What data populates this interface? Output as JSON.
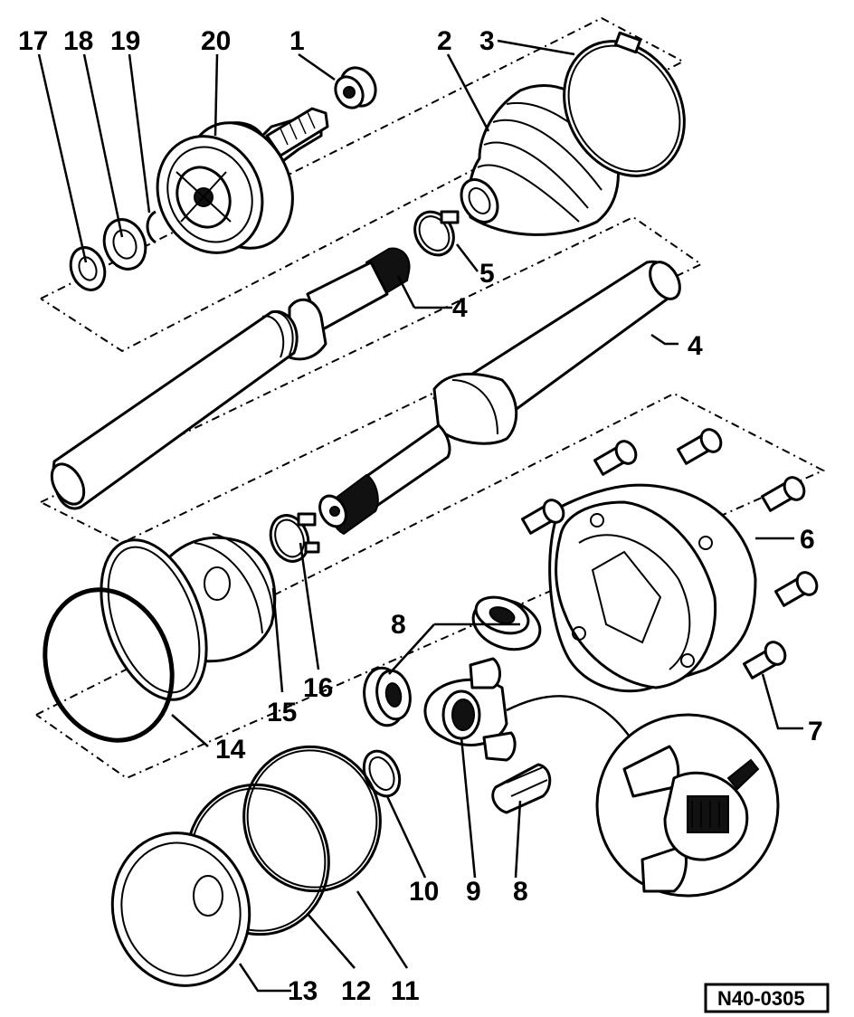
{
  "labels": {
    "l1": "1",
    "l2": "2",
    "l3": "3",
    "l4a": "4",
    "l4b": "4",
    "l5": "5",
    "l6": "6",
    "l7": "7",
    "l8a": "8",
    "l8b": "8",
    "l9": "9",
    "l10": "10",
    "l11": "11",
    "l12": "12",
    "l13": "13",
    "l14": "14",
    "l15": "15",
    "l16": "16",
    "l17": "17",
    "l18": "18",
    "l19": "19",
    "l20": "20"
  },
  "figure_code": "N40-0305"
}
